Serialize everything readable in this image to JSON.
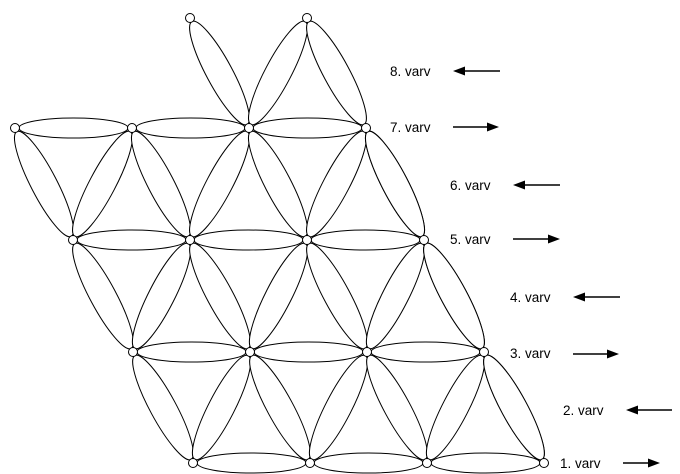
{
  "rows": [
    {
      "label": "1. varv",
      "direction": "right"
    },
    {
      "label": "2. varv",
      "direction": "left"
    },
    {
      "label": "3. varv",
      "direction": "right"
    },
    {
      "label": "4. varv",
      "direction": "left"
    },
    {
      "label": "5. varv",
      "direction": "right"
    },
    {
      "label": "6. varv",
      "direction": "left"
    },
    {
      "label": "7. varv",
      "direction": "right"
    },
    {
      "label": "8. varv",
      "direction": "left"
    }
  ]
}
